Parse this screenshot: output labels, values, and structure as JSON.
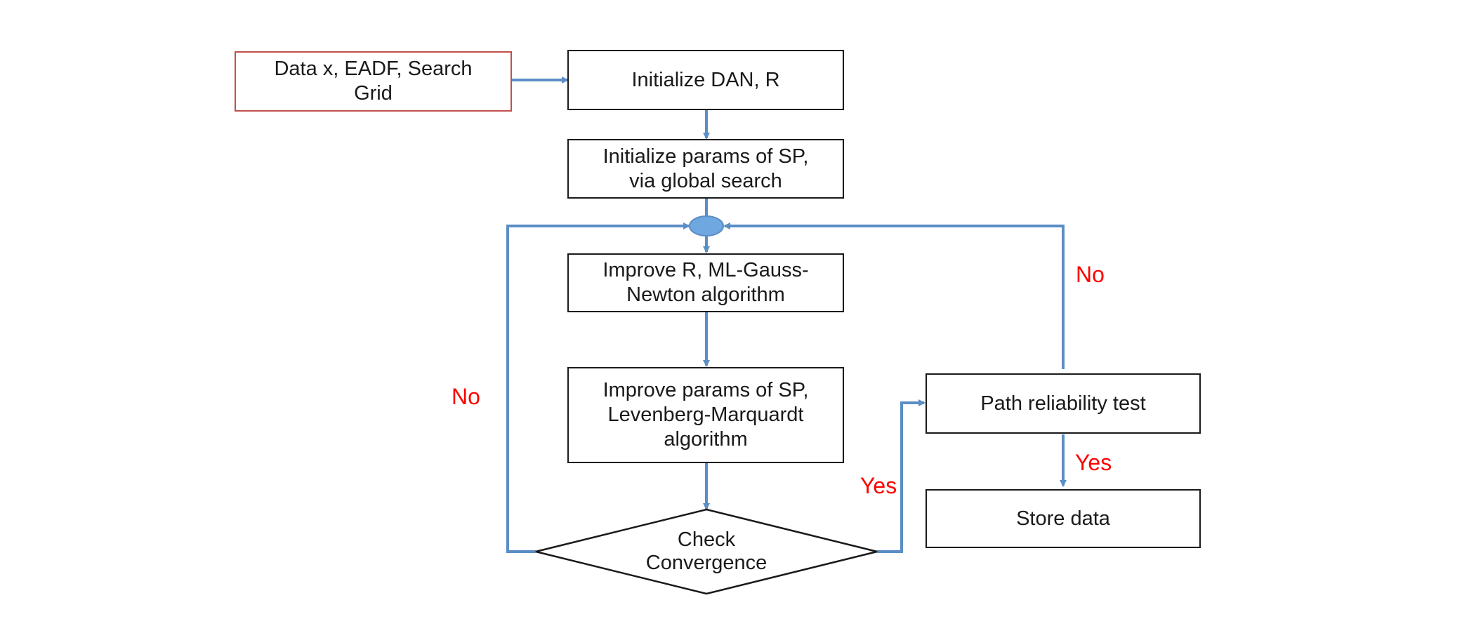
{
  "diagram": {
    "nodes": {
      "input": "Data x, EADF, Search\nGrid",
      "init_dan": "Initialize DAN, R",
      "init_params": "Initialize params of SP,\nvia global search",
      "improve_r": "Improve R, ML-Gauss-\nNewton algorithm",
      "improve_sp": "Improve params of SP,\nLevenberg-Marquardt\nalgorithm",
      "check_convergence": "Check\nConvergence",
      "path_reliability": "Path reliability test",
      "store_data": "Store data"
    },
    "edge_labels": {
      "convergence_no": "No",
      "convergence_yes": "Yes",
      "reliability_no": "No",
      "reliability_yes": "Yes"
    },
    "colors": {
      "arrow": "#5b8ec5",
      "junction": "#6fa7e0",
      "input_border": "#c0504d",
      "label": "#ff0000"
    }
  }
}
